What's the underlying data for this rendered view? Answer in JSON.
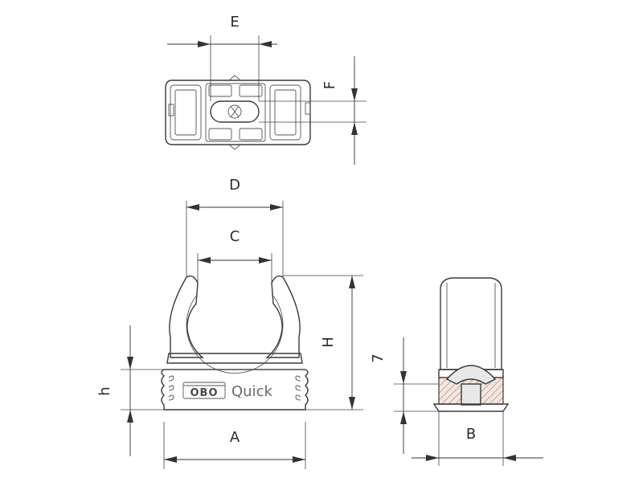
{
  "dimension_labels": {
    "E": "E",
    "F": "F",
    "D": "D",
    "C": "C",
    "H": "H",
    "h": "h",
    "A": "A",
    "seven": "7",
    "B": "B"
  },
  "logo": {
    "text": "OBO"
  },
  "brand": {
    "text": "Quick"
  }
}
